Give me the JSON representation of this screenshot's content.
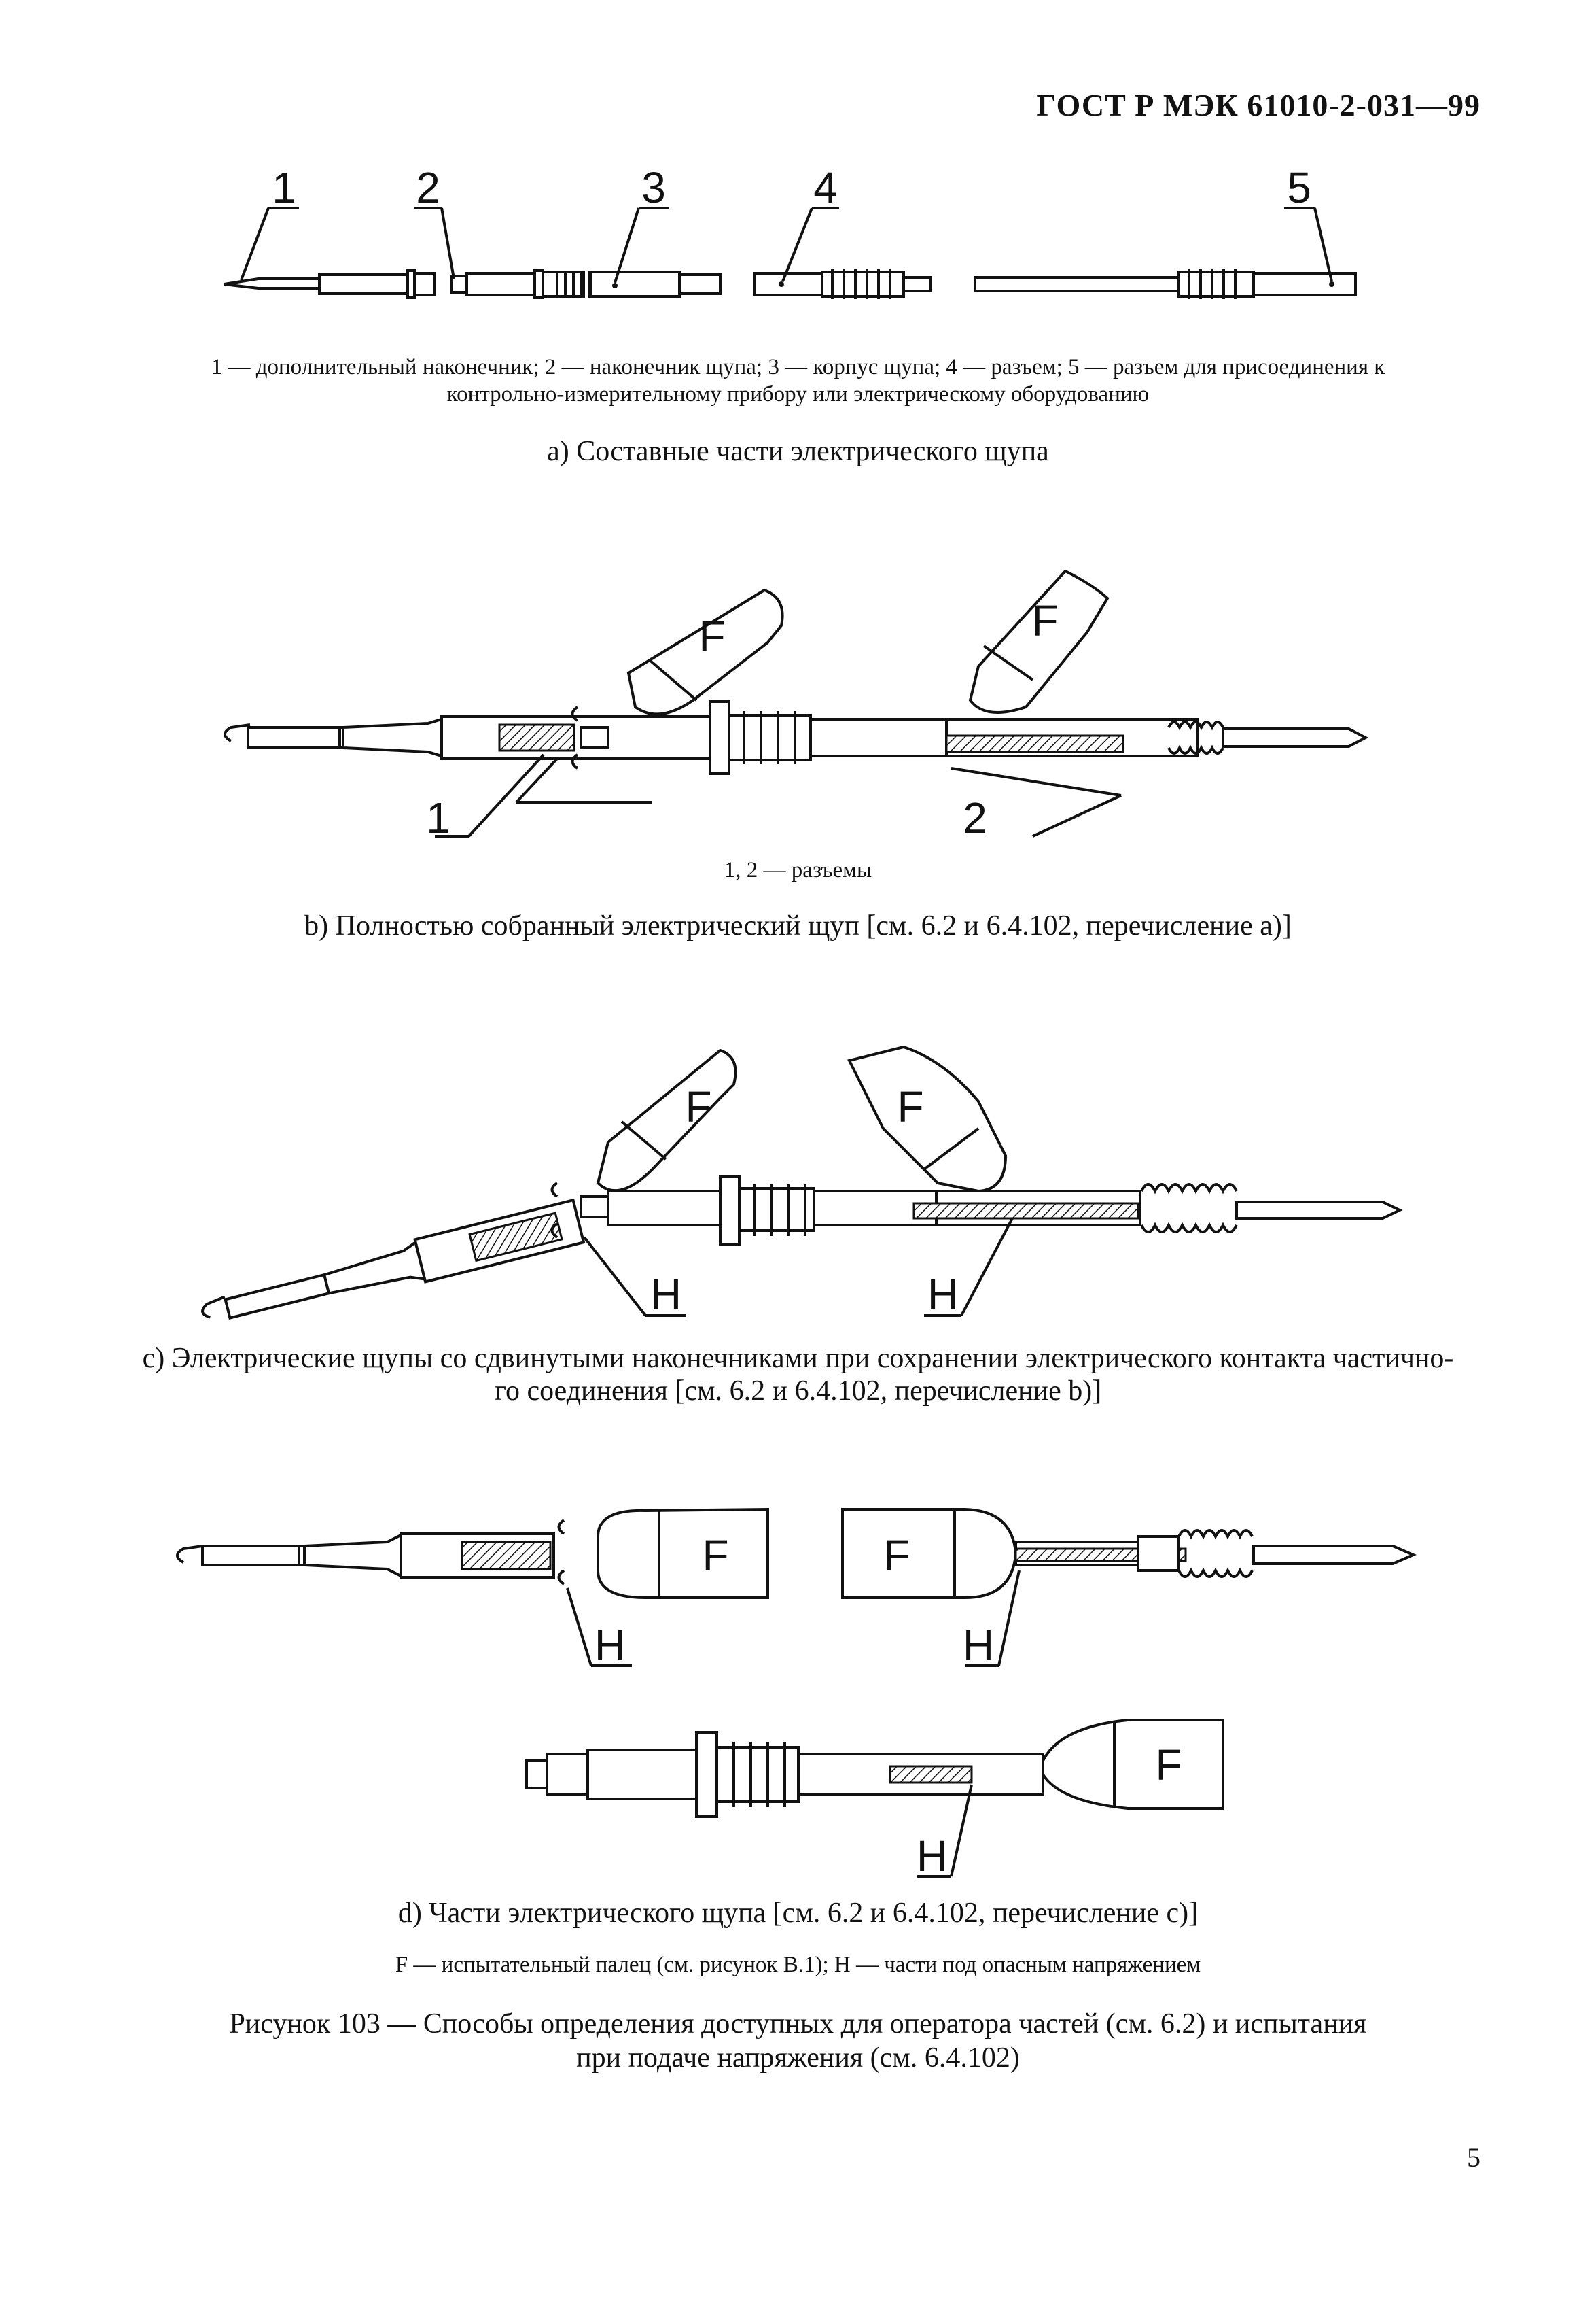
{
  "header": {
    "standard": "ГОСТ Р МЭК 61010-2-031—99"
  },
  "figure_a": {
    "labels": [
      "1",
      "2",
      "3",
      "4",
      "5"
    ],
    "legend_line1": "1 — дополнительный наконечник; 2 — наконечник щупа; 3 — корпус щупа; 4 — разъем; 5 — разъем для присоединения к",
    "legend_line2": "контрольно-измерительному прибору или электрическому оборудованию",
    "caption": "а) Составные части электрического щупа"
  },
  "figure_b": {
    "finger_label": "F",
    "labels": [
      "1",
      "2"
    ],
    "legend": "1, 2 — разъемы",
    "caption": "b) Полностью собранный электрический щуп [см. 6.2 и 6.4.102, перечисление а)]"
  },
  "figure_c": {
    "finger_label": "F",
    "hazard_label": "H",
    "caption_line1": "c) Электрические щупы со сдвинутыми наконечниками при сохранении электрического контакта частично-",
    "caption_line2": "го соединения [см. 6.2 и 6.4.102, перечисление b)]"
  },
  "figure_d": {
    "finger_label": "F",
    "hazard_label": "H",
    "caption": "d) Части электрического щупа [см. 6.2 и 6.4.102, перечисление с)]",
    "legend": "F — испытательный палец (см. рисунок В.1); H — части под опасным напряжением"
  },
  "figure_title_line1": "Рисунок 103 — Способы определения доступных для оператора частей (см. 6.2) и испытания",
  "figure_title_line2": "при подаче напряжения (см. 6.4.102)",
  "page_number": "5"
}
